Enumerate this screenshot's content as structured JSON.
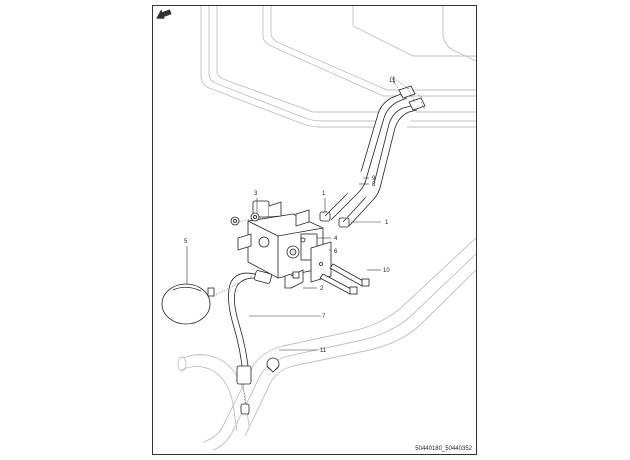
{
  "callouts": {
    "c1a": "1",
    "c1b": "1",
    "c2": "2",
    "c3": "3",
    "c4": "4",
    "c5": "5",
    "c6": "6",
    "c7": "7",
    "c8": "8",
    "c9": "9",
    "c10": "10",
    "c11a": "11",
    "c11b": "11"
  },
  "document_id": "50440180_50440352",
  "icons": {
    "corner_arrow": "direction-arrow-icon"
  }
}
